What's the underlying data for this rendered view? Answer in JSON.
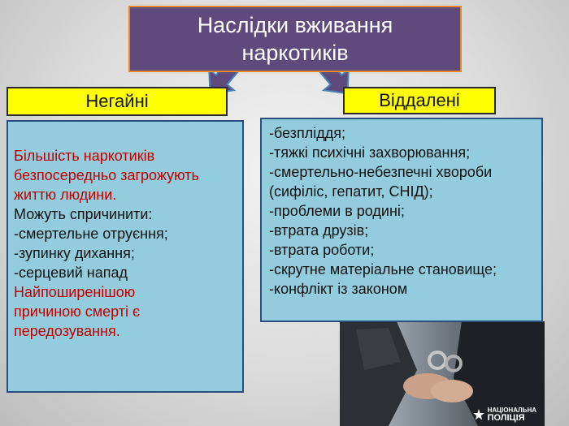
{
  "title": "Наслідки вживання наркотиків",
  "immediate": {
    "label": "Негайні",
    "lines": [
      {
        "text": "Більшість наркотиків",
        "red": true
      },
      {
        "text": "безпосередньо загрожують",
        "red": true
      },
      {
        "text": "життю людини.",
        "red": true
      },
      {
        "text": "Можуть спричинити:",
        "red": false
      },
      {
        "text": "-смертельне отруєння;",
        "red": false
      },
      {
        "text": "-зупинку дихання;",
        "red": false
      },
      {
        "text": "-серцевий напад",
        "red": false
      },
      {
        "text": "Найпоширенішою",
        "red": true
      },
      {
        "text": "причиною смерті є",
        "red": true
      },
      {
        "text": "передозування.",
        "red": true
      }
    ]
  },
  "remote": {
    "label": "Віддалені",
    "lines": [
      "-безпліддя;",
      "-тяжкі психічні захворювання;",
      "-смертельно-небезпечні хвороби",
      "(сифіліс, гепатит, СНІД);",
      "-проблеми в родині;",
      "-втрата друзів;",
      "-втрата роботи;",
      "-скрутне матеріальне становище;",
      "-конфлікт із законом"
    ]
  },
  "photo": {
    "logo_line1": "НАЦІОНАЛЬНА",
    "logo_line2": "ПОЛІЦІЯ"
  },
  "colors": {
    "title_bg": "#5e4a7c",
    "title_border": "#e08a2c",
    "label_bg": "#ffff00",
    "content_bg": "#93cddd",
    "content_border": "#2b4f7c",
    "arrow": "#5e4a7c",
    "red_text": "#c00000"
  }
}
